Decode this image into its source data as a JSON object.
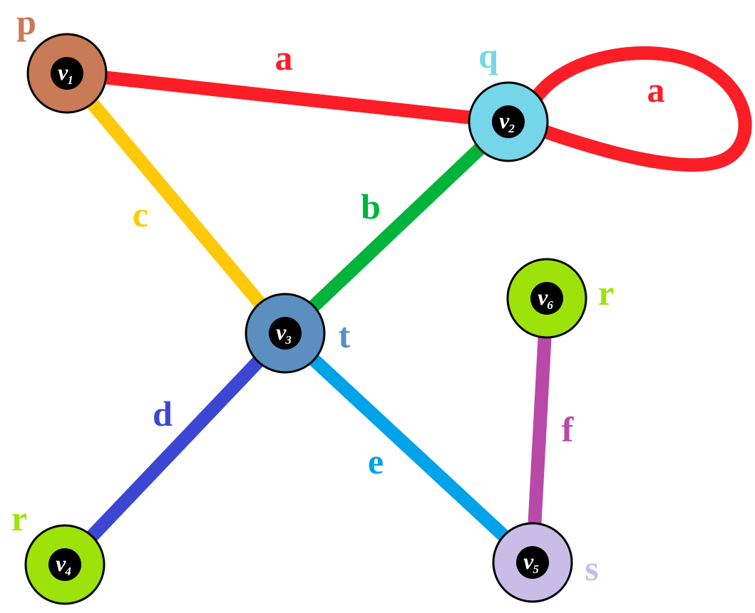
{
  "nodes": [
    {
      "id": "v1",
      "letter": "v",
      "sub": "1",
      "label": "p",
      "fill": "#c97a56",
      "label_color": "#c97a56"
    },
    {
      "id": "v2",
      "letter": "v",
      "sub": "2",
      "label": "q",
      "fill": "#74d6e8",
      "label_color": "#74d6e8"
    },
    {
      "id": "v3",
      "letter": "v",
      "sub": "3",
      "label": "t",
      "fill": "#5b8fc0",
      "label_color": "#5b8fc0"
    },
    {
      "id": "v4",
      "letter": "v",
      "sub": "4",
      "label": "r",
      "fill": "#9de30a",
      "label_color": "#9de30a"
    },
    {
      "id": "v5",
      "letter": "v",
      "sub": "5",
      "label": "s",
      "fill": "#c9bde8",
      "label_color": "#c9bde8"
    },
    {
      "id": "v6",
      "letter": "v",
      "sub": "6",
      "label": "r",
      "fill": "#9de30a",
      "label_color": "#9de30a"
    }
  ],
  "edges": [
    {
      "id": "a1",
      "label": "a",
      "from": "v1",
      "to": "v2",
      "color": "#fb1e27"
    },
    {
      "id": "a2",
      "label": "a",
      "from": "v2",
      "to": "v2",
      "color": "#fb1e27"
    },
    {
      "id": "b",
      "label": "b",
      "from": "v2",
      "to": "v3",
      "color": "#00b33a"
    },
    {
      "id": "c",
      "label": "c",
      "from": "v1",
      "to": "v3",
      "color": "#ffc90a"
    },
    {
      "id": "d",
      "label": "d",
      "from": "v3",
      "to": "v4",
      "color": "#3b47d2"
    },
    {
      "id": "e",
      "label": "e",
      "from": "v3",
      "to": "v5",
      "color": "#00a2e8"
    },
    {
      "id": "f",
      "label": "f",
      "from": "v5",
      "to": "v6",
      "color": "#b849a8"
    }
  ]
}
